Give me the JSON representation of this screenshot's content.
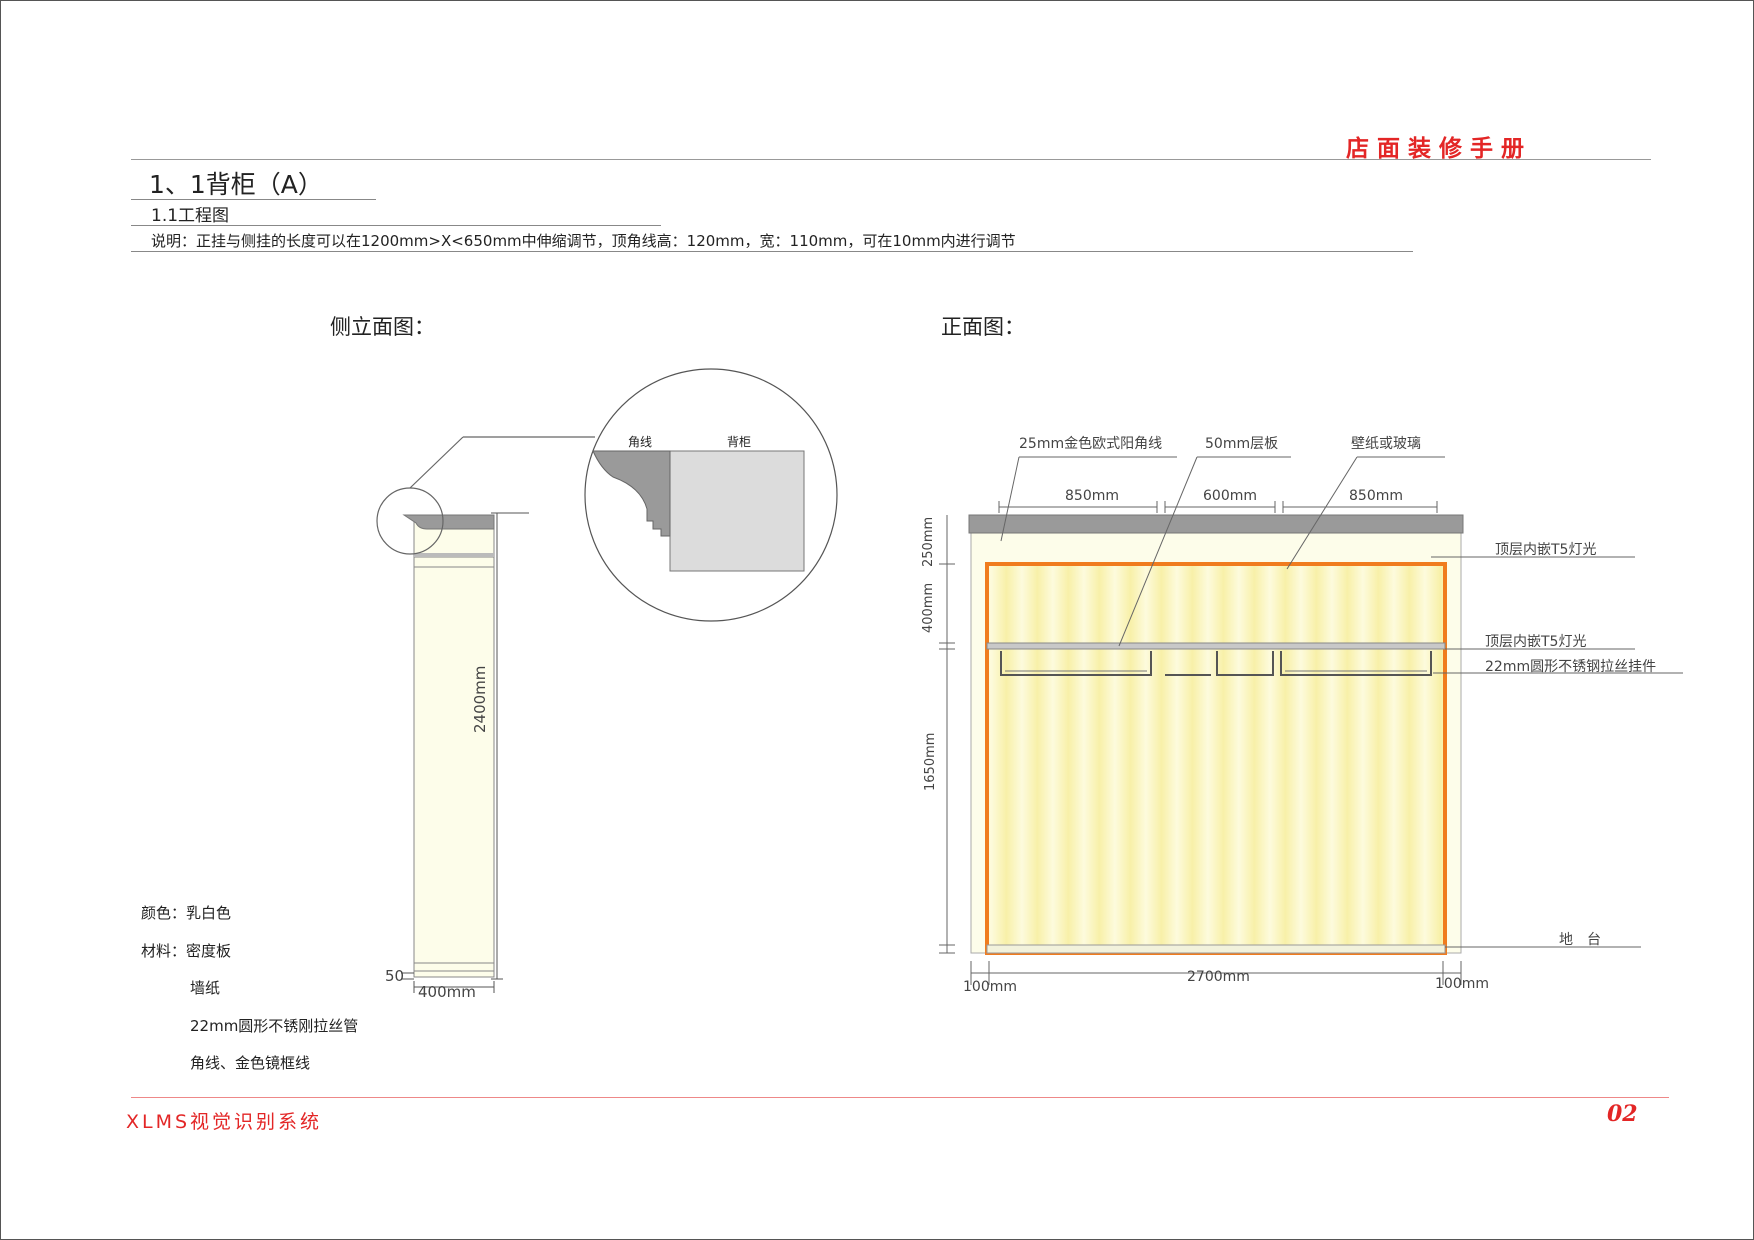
{
  "header": {
    "manual_title": "店面装修手册",
    "section_title": "1、1背柜（A）",
    "subsection_title": "1.1工程图",
    "note": "说明：正挂与侧挂的长度可以在1200mm>X<650mm中伸缩调节，顶角线高：120mm，宽：110mm，可在10mm内进行调节"
  },
  "side_view": {
    "title": "侧立面图：",
    "detail_label_corner": "角线",
    "detail_label_cabinet": "背柜",
    "height_dim": "2400mm",
    "width_dim": "400mm",
    "base_dim": "50"
  },
  "front_view": {
    "title": "正面图：",
    "label_gold_molding": "25mm金色欧式阳角线",
    "label_shelf": "50mm层板",
    "label_wallpaper": "壁纸或玻璃",
    "dim_left": "850mm",
    "dim_mid": "600mm",
    "dim_right": "850mm",
    "label_top_light": "顶层内嵌T5灯光",
    "label_shelf_light": "顶层内嵌T5灯光",
    "label_hanger": "22mm圆形不锈钢拉丝挂件",
    "label_floor": "地　台",
    "dim_v_top": "250mm",
    "dim_v_mid": "400mm",
    "dim_v_bottom": "1650mm",
    "dim_bottom_left": "100mm",
    "dim_bottom_total": "2700mm",
    "dim_bottom_right": "100mm"
  },
  "specs": {
    "color_line": "颜色：乳白色",
    "material_line": "材料：密度板",
    "material_item_1": "墙纸",
    "material_item_2": "22mm圆形不锈刚拉丝管",
    "material_item_3": "角线、金色镜框线"
  },
  "footer": {
    "system_name": "XLMS视觉识别系统",
    "page_number": "02"
  },
  "colors": {
    "accent_red": "#e32626",
    "frame_orange": "#f07c1e",
    "cabinet_cream": "#fdfdea",
    "stripe_yellow": "#fbf6b8",
    "molding_gray": "#9a9a9a"
  }
}
